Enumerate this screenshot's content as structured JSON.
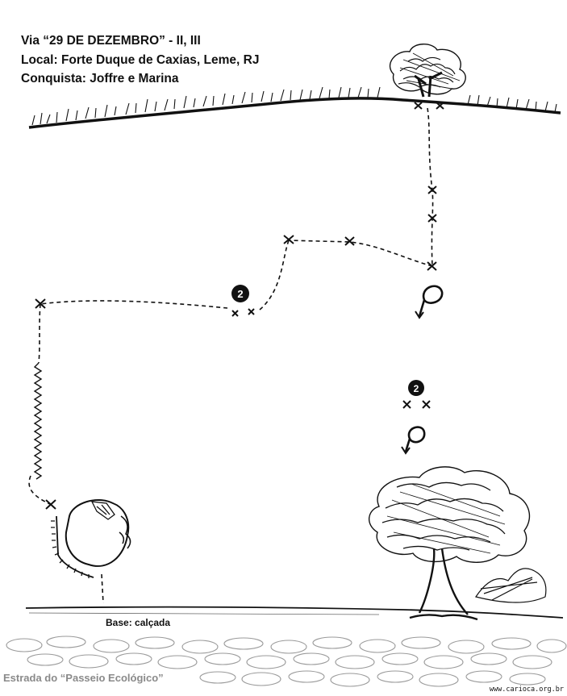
{
  "header": {
    "title": "Via “29 DE DEZEMBRO” - II, III",
    "local": "Local: Forte Duque de Caxias, Leme, RJ",
    "conquista": "Conquista: Joffre e Marina"
  },
  "labels": {
    "base": "Base: calçada",
    "road": "Estrada do “Passeio Ecológico”",
    "credit": "www.carioca.org.br"
  },
  "belay_numbers": {
    "left_station": "2",
    "right_station": "2"
  },
  "icons": [
    "tree-icon",
    "rappel-ring-icon",
    "bolt-x-icon",
    "belay-station-icon",
    "boulder-icon"
  ],
  "colors": {
    "ink": "#111111",
    "road": "#8a8a8a"
  }
}
